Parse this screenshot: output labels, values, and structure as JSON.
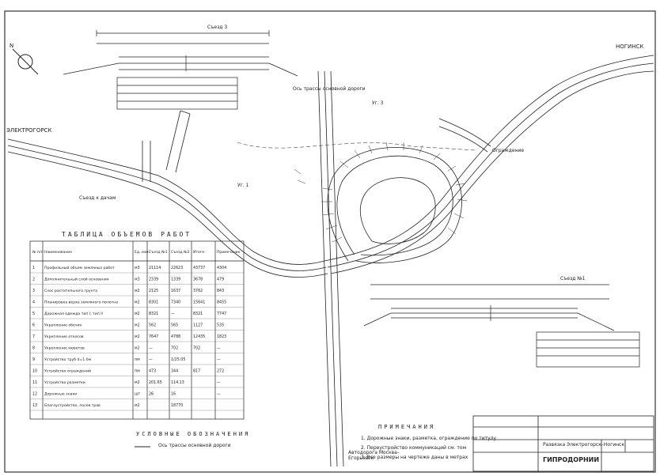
{
  "drawing": {
    "labels": {
      "elektrogorsk": "ЭЛЕКТРОГОРСК",
      "noginsk": "НОГИНСК",
      "highway": "Автодорога Москва–Егорьевск",
      "overpass_axis": "Ось трассы основной дороги",
      "exit_3": "Съезд 3",
      "ramp_1": "Съезд 1",
      "corner_3": "Уг. 3",
      "corner_1": "Уг. 1",
      "bus_stop": "Съезд к дачам",
      "guardrail": "Ограждение",
      "section_label": "Съезд №1"
    },
    "table": {
      "title": "ТАБЛИЦА ОБЪЕМОВ РАБОТ",
      "header": [
        "№ п/п",
        "Наименование",
        "Ед. изм.",
        "Съезд №1",
        "Съезд №2",
        "Итого",
        "Примечание"
      ],
      "rows": [
        {
          "n": "1",
          "name": "Профильный объем земляных работ",
          "unit": "м3",
          "a": "21114",
          "b": "22623",
          "c": "43737",
          "d": "4304"
        },
        {
          "n": "2",
          "name": "Дополнительный слой основания",
          "unit": "м3",
          "a": "2339",
          "b": "1339",
          "c": "3678",
          "d": "479"
        },
        {
          "n": "3",
          "name": "Снос растительного грунта",
          "unit": "м2",
          "a": "2125",
          "b": "1637",
          "c": "3762",
          "d": "843"
        },
        {
          "n": "4",
          "name": "Планировка верха земляного полотна",
          "unit": "м2",
          "a": "8301",
          "b": "7340",
          "c": "15641",
          "d": "8455"
        },
        {
          "n": "5",
          "name": "Дорожная одежда тип I, тип II",
          "unit": "м2",
          "a": "8321",
          "b": "—",
          "c": "8321",
          "d": "7747"
        },
        {
          "n": "6",
          "name": "Укрепление обочин",
          "unit": "м2",
          "a": "562",
          "b": "565",
          "c": "1127",
          "d": "535"
        },
        {
          "n": "7",
          "name": "Укрепление откосов",
          "unit": "м2",
          "a": "7647",
          "b": "4788",
          "c": "12435",
          "d": "1823"
        },
        {
          "n": "8",
          "name": "Укрепление кюветов",
          "unit": "м2",
          "a": "—",
          "b": "702",
          "c": "702",
          "d": "—"
        },
        {
          "n": "9",
          "name": "Устройство труб d=1.0м",
          "unit": "пм",
          "a": "—",
          "b": "1/25.05",
          "c": "",
          "d": "—"
        },
        {
          "n": "10",
          "name": "Устройство ограждений",
          "unit": "пм",
          "a": "473",
          "b": "344",
          "c": "817",
          "d": "272"
        },
        {
          "n": "11",
          "name": "Устройство разметки",
          "unit": "м2",
          "a": "201.65",
          "b": "114.13",
          "c": "",
          "d": "—"
        },
        {
          "n": "12",
          "name": "Дорожные знаки",
          "unit": "шт",
          "a": "26",
          "b": "16",
          "c": "",
          "d": "—"
        },
        {
          "n": "13",
          "name": "Благоустройство, посев трав",
          "unit": "м2",
          "a": "",
          "b": "18770",
          "c": "",
          "d": ""
        }
      ]
    },
    "legend": {
      "title": "УСЛОВНЫЕ ОБОЗНАЧЕНИЯ",
      "item": "Ось трассы основной дороги"
    },
    "notes": {
      "title": "ПРИМЕЧАНИЯ",
      "items": [
        "1. Дорожные знаки, разметка, ограждение по титулу",
        "2. Переустройство коммуникаций см. том",
        "3. Все размеры на чертеже даны в метрах"
      ]
    },
    "stamp": {
      "org": "ГИПРОДОРНИИ",
      "title": "Развязка Электрогорск–Ногинск"
    }
  }
}
